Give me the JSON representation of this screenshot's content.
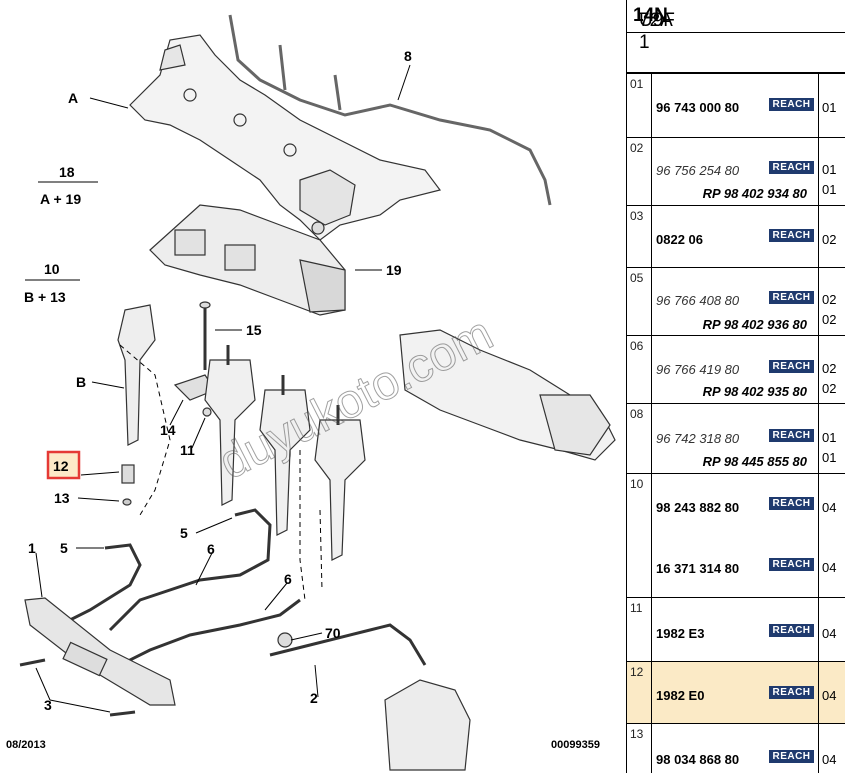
{
  "diagram": {
    "labels": {
      "A": "A",
      "eight": "8",
      "eighteen": "18",
      "a19": "A + 19",
      "ten": "10",
      "b13": "B + 13",
      "nineteen": "19",
      "fifteen": "15",
      "B": "B",
      "fourteen": "14",
      "eleven": "11",
      "twelve": "12",
      "thirteen": "13",
      "five_a": "5",
      "five_b": "5",
      "six_a": "6",
      "six_b": "6",
      "one": "1",
      "seventy": "70",
      "two": "2",
      "three": "3"
    },
    "date": "08/2013",
    "diagram_code": "00099359",
    "watermark": "duyukoto.com"
  },
  "table": {
    "title_prefix": "U9F 1 ",
    "title_bold": "14N",
    "title_suffix": " 72A",
    "rows": [
      {
        "num": "01",
        "ref": "96 743 000 80",
        "badge": "REACH",
        "qty": "01"
      },
      {
        "num": "02",
        "ref": "96 756 254 80",
        "badge": "REACH",
        "qty": "01",
        "rp": "RP 98 402 934 80",
        "qty2": "01"
      },
      {
        "num": "03",
        "ref": "0822 06",
        "badge": "REACH",
        "qty": "02"
      },
      {
        "num": "05",
        "ref": "96 766 408 80",
        "badge": "REACH",
        "qty": "02",
        "rp": "RP 98 402 936 80",
        "qty2": "02"
      },
      {
        "num": "06",
        "ref": "96 766 419 80",
        "badge": "REACH",
        "qty": "02",
        "rp": "RP 98 402 935 80",
        "qty2": "02"
      },
      {
        "num": "08",
        "ref": "96 742 318 80",
        "badge": "REACH",
        "qty": "01",
        "rp": "RP 98 445 855 80",
        "qty2": "01"
      },
      {
        "num": "10",
        "ref": "98 243 882 80",
        "badge": "REACH",
        "qty": "04",
        "ref2": "16 371 314 80",
        "badge2": "REACH",
        "qty3": "04"
      },
      {
        "num": "11",
        "ref": "1982 E3",
        "badge": "REACH",
        "qty": "04"
      },
      {
        "num": "12",
        "ref": "1982 E0",
        "badge": "REACH",
        "qty": "04"
      },
      {
        "num": "13",
        "ref": "98 034 868 80",
        "badge": "REACH",
        "qty": "04"
      }
    ]
  },
  "colors": {
    "highlight_bg": "#fbeac6",
    "highlight_border": "#e53935",
    "reach_badge": "#1f3a6e"
  }
}
